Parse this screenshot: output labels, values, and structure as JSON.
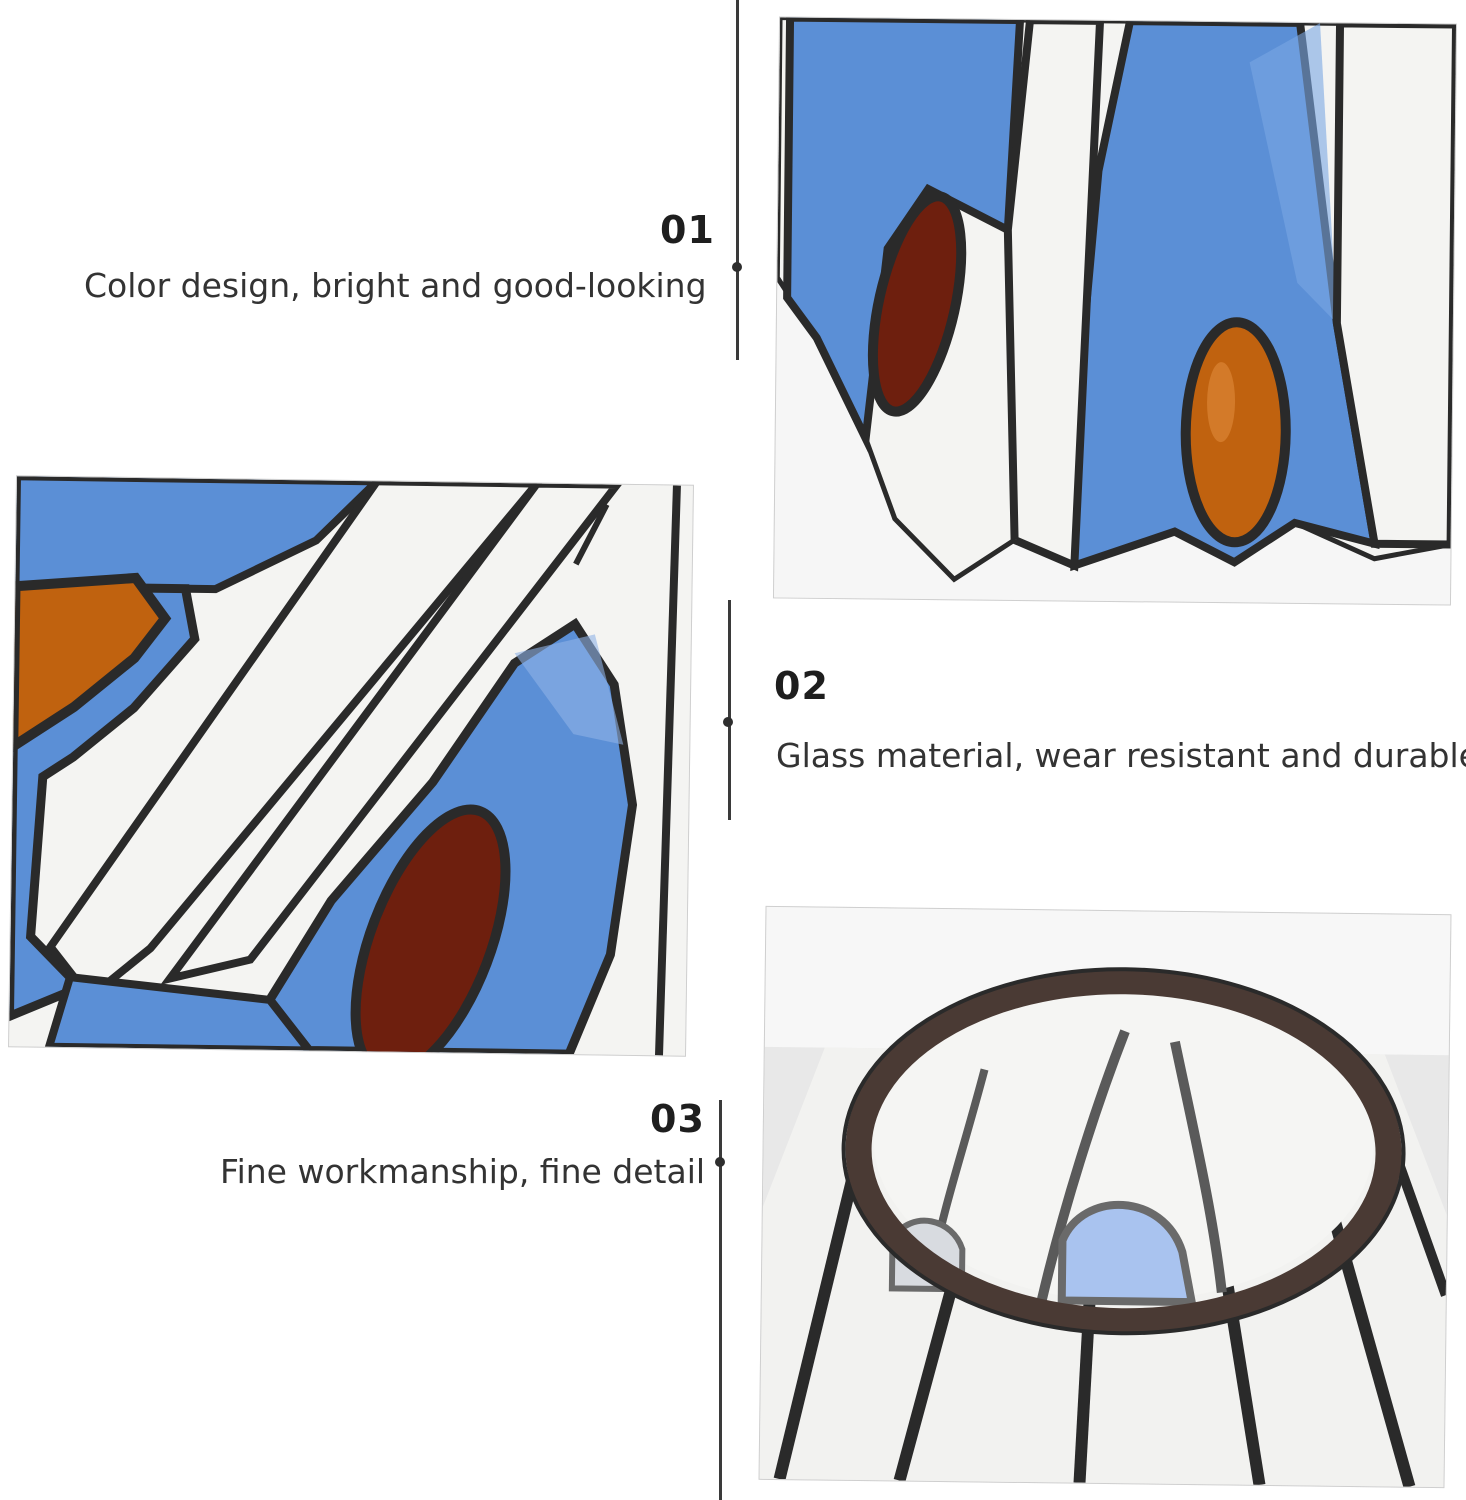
{
  "features": [
    {
      "number": "01",
      "text": "Color design, bright and good-looking"
    },
    {
      "number": "02",
      "text": "Glass material, wear resistant and durable"
    },
    {
      "number": "03",
      "text": "Fine workmanship, fine detail"
    }
  ],
  "palette": {
    "glass_blue": "#5b8fd6",
    "glass_white": "#f4f4f2",
    "lead_came": "#2a2a2a",
    "amber": "#c0620f",
    "dark_amber": "#6e1f0e",
    "frame_bronze": "#4a3a34"
  }
}
